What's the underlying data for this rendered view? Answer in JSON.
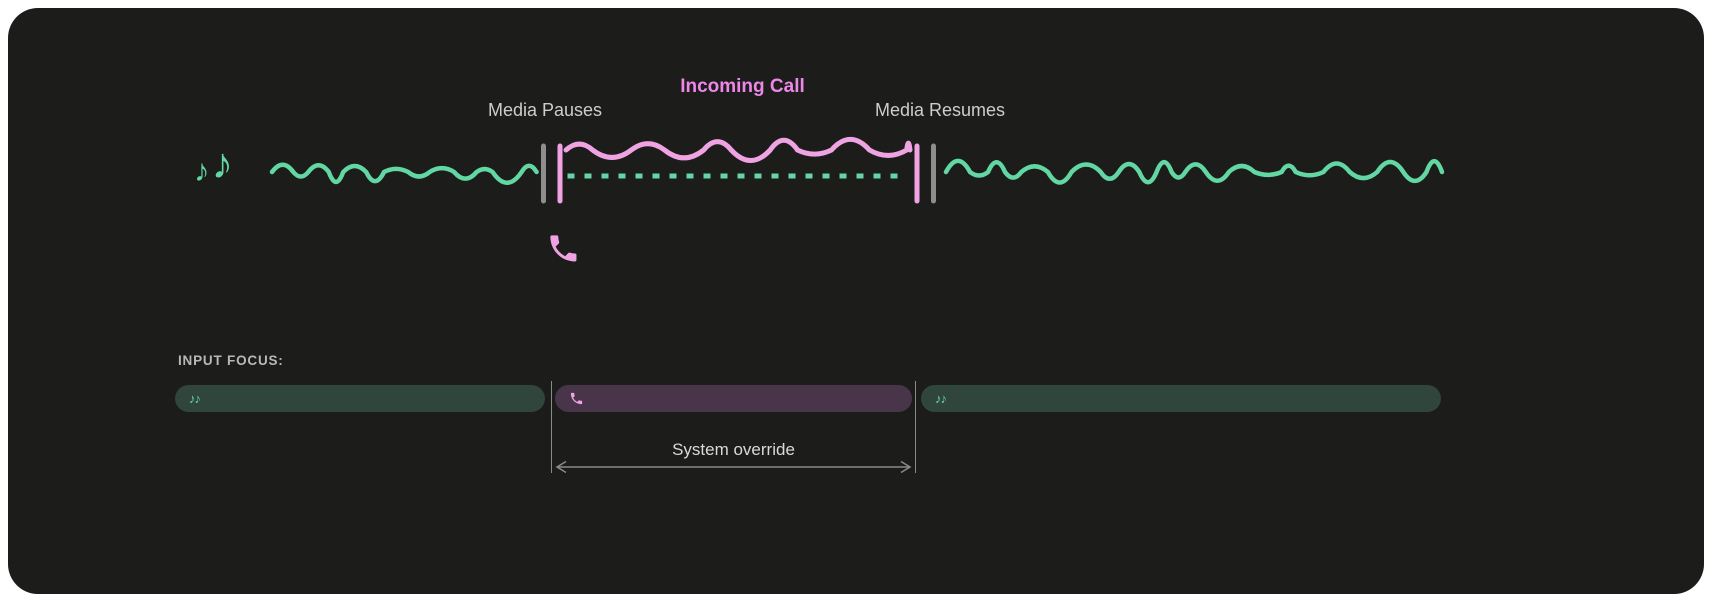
{
  "diagram": {
    "labels": {
      "incoming_call": "Incoming Call",
      "media_pauses": "Media Pauses",
      "media_resumes": "Media Resumes"
    },
    "input_focus": {
      "heading": "INPUT FOCUS:",
      "annotation": "System override",
      "segments": [
        {
          "type": "media",
          "icon": "music-notes-icon"
        },
        {
          "type": "call",
          "icon": "phone-icon"
        },
        {
          "type": "media",
          "icon": "music-notes-icon"
        }
      ]
    }
  },
  "icons": {
    "note_small": "♪",
    "note_large": "♪",
    "pill_notes": "♪♪"
  },
  "colors": {
    "card_bg": "#1c1c1b",
    "media_accent": "#62d6a3",
    "call_accent": "#efa3e3",
    "call_text": "#ec87e8",
    "label_text": "#cdcdcd",
    "heading_text": "#b8b8b8",
    "annotation_text": "#d9d9d9",
    "media_pill_bg": "#30453b",
    "call_pill_bg": "#493549",
    "marker_gray": "#8e8e8e",
    "guide_gray": "#8a8a8a"
  }
}
